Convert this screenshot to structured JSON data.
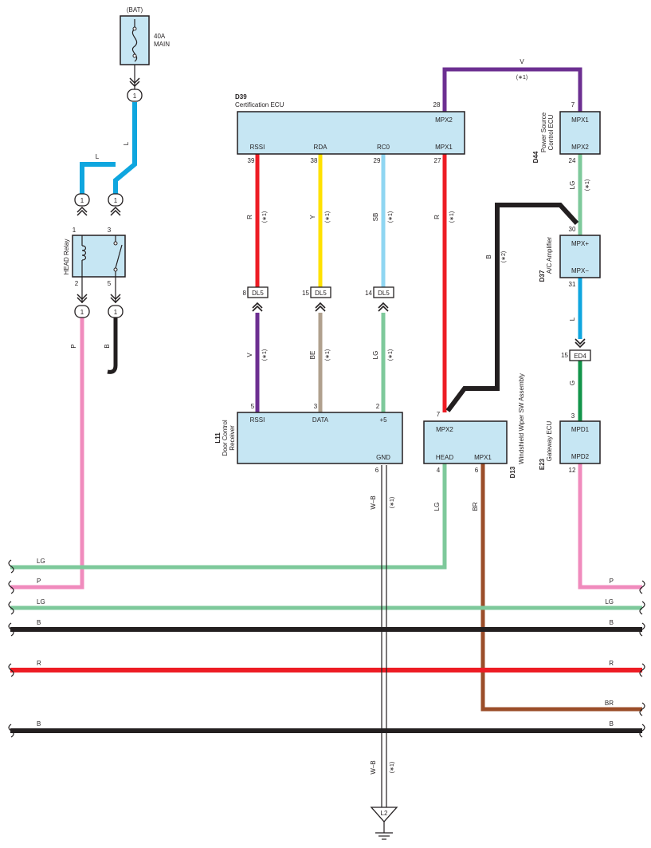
{
  "colors": {
    "L": "#0fa6df",
    "LG": "#7ec99b",
    "P": "#f08bbd",
    "B": "#231f20",
    "R": "#ed1c24",
    "Y": "#ffe100",
    "SB": "#8fd6f2",
    "V": "#6c2f91",
    "BE": "#b0a08e",
    "BR": "#9b4e2a",
    "G": "#12944a",
    "box_fill": "#c6e6f3"
  },
  "battery": {
    "label": "(BAT)",
    "fuse_amp": "40A",
    "fuse_name": "MAIN"
  },
  "conn_one": "1",
  "head_relay": {
    "name": "HEAD Relay",
    "pins": [
      "1",
      "3",
      "2",
      "5"
    ]
  },
  "d39": {
    "code": "D39",
    "name": "Certification ECU",
    "top_pin": "28",
    "top_terminal": "MPX2",
    "terminals": [
      "RSSI",
      "RDA",
      "RC0",
      "MPX1"
    ],
    "pins": [
      "39",
      "38",
      "29",
      "27"
    ]
  },
  "d44": {
    "code": "D44",
    "name_line1": "Power Source",
    "name_line2": "Control ECU",
    "top_pin": "7",
    "top_terminal": "MPX1",
    "bottom_terminal": "MPX2",
    "bottom_pin": "24"
  },
  "d37": {
    "code": "D37",
    "name": "A/C Amplifier",
    "top_pin": "30",
    "top_terminal": "MPX+",
    "bottom_terminal": "MPX−",
    "bottom_pin": "31"
  },
  "ed4": {
    "pin": "15",
    "name": "ED4"
  },
  "e23": {
    "code": "E23",
    "name": "Gateway ECU",
    "top_pin": "3",
    "top_terminal": "MPD1",
    "bottom_terminal": "MPD2",
    "bottom_pin": "12"
  },
  "dl5": [
    {
      "pin": "8",
      "name": "DL5"
    },
    {
      "pin": "15",
      "name": "DL5"
    },
    {
      "pin": "14",
      "name": "DL5"
    }
  ],
  "l11": {
    "code": "L11",
    "name_line1": "Door Control",
    "name_line2": "Receiver",
    "terminals": [
      "RSSI",
      "DATA",
      "+5",
      "GND"
    ],
    "pins": [
      "5",
      "3",
      "2",
      "6"
    ]
  },
  "d13": {
    "code": "D13",
    "name": "Windshield Wiper SW Assembly",
    "top_pin": "7",
    "terminals": [
      "MPX2",
      "HEAD",
      "MPX1"
    ],
    "pins": [
      "4",
      "6"
    ]
  },
  "wire_labels": {
    "bat_to_relay": "L",
    "relay_bridge": "L",
    "relay_out_p": "P",
    "relay_out_b": "B",
    "mpx_top": "V",
    "mpx_top_note": "(∗1)",
    "rssi": "R",
    "rda": "Y",
    "rc0": "SB",
    "mpx1": "R",
    "l11_rssi": "V",
    "l11_data": "BE",
    "l11_5v": "LG",
    "mpx_black": "B",
    "mpx_black_note": "(∗2)",
    "d44_to_d37": "LG",
    "d37_to_ed4": "L",
    "ed4_to_e23": "G",
    "gnd": "W–B",
    "d13_head": "LG",
    "d13_mpx1": "BR",
    "note1": "(∗1)"
  },
  "bus": {
    "left": [
      "LG",
      "P",
      "LG",
      "B",
      "R",
      "B"
    ],
    "right": [
      "P",
      "LG",
      "B",
      "R",
      "BR",
      "B"
    ]
  },
  "ground": {
    "name": "L2"
  }
}
